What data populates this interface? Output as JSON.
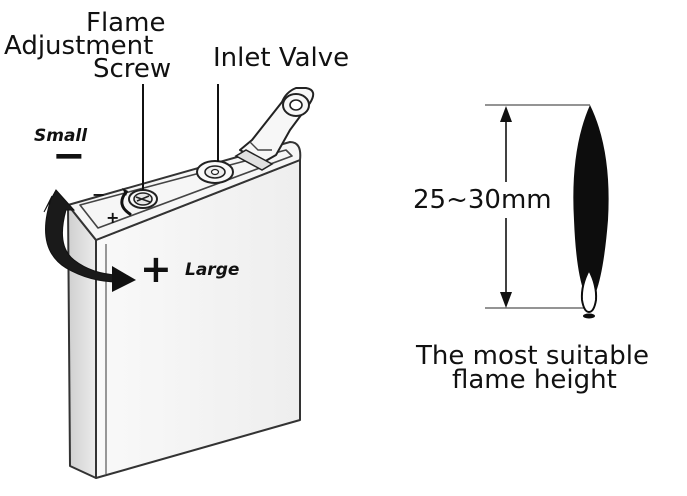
{
  "labels": {
    "flame_adjustment_screw": [
      "Flame",
      "Adjustment",
      "Screw"
    ],
    "inlet_valve": "Inlet Valve",
    "small": "Small",
    "large": "Large",
    "minus_sign": "−",
    "plus_sign": "+",
    "screw_minus": "−",
    "screw_plus": "+",
    "flame_height": "25~30mm",
    "caption": [
      "The most suitable",
      "flame height"
    ]
  },
  "colors": {
    "ink": "#111111",
    "outline": "#333333",
    "lighter_body": "#f4f4f4",
    "lighter_side": "#d8d8d8",
    "flame": "#0d0d0d"
  },
  "icons": {
    "rotation_arrow": "curved-arrow-icon",
    "flame": "flame-icon"
  }
}
